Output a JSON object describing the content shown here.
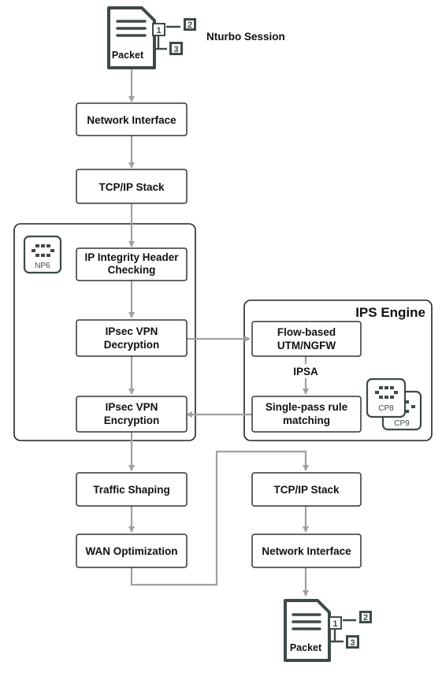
{
  "session_label": "Nturbo Session",
  "packet_label": "Packet",
  "step_badges": [
    "1",
    "2",
    "3"
  ],
  "boxes": {
    "network_interface_in": "Network Interface",
    "tcpip_stack_in": "TCP/IP Stack",
    "ip_integrity": [
      "IP Integrity Header",
      "Checking"
    ],
    "ipsec_decrypt": [
      "IPsec VPN",
      "Decryption"
    ],
    "ipsec_encrypt": [
      "IPsec VPN",
      "Encryption"
    ],
    "traffic_shaping": "Traffic Shaping",
    "wan_optimization": "WAN Optimization",
    "flow_based": [
      "Flow-based",
      "UTM/NGFW"
    ],
    "single_pass": [
      "Single-pass rule",
      "matching"
    ],
    "tcpip_stack_out": "TCP/IP Stack",
    "network_interface_out": "Network Interface"
  },
  "ips_engine_title": "IPS Engine",
  "ipsa_label": "IPSA",
  "chips": {
    "np": "NP6",
    "cp_front": "CP8",
    "cp_back": "CP9"
  },
  "colors": {
    "box_border": "#333333",
    "arrow": "#a0a0a0",
    "icon": "#3e4a4a"
  }
}
